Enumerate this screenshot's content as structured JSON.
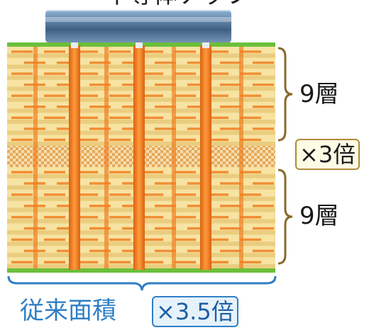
{
  "labels": {
    "top": "半導体チップ",
    "upper_layers": "9層",
    "lower_layers": "9層",
    "layer_multiplier": "×3倍",
    "area": "従来面積",
    "area_multiplier": "×3.5倍"
  },
  "colors": {
    "copper": "#f07f22",
    "insulator": "#f7e3a2",
    "insulator_shadow": "#e0bc62",
    "surface": "#6cbf3a",
    "chip": "#4f7398",
    "brace_layers": "#8a6a2a",
    "brace_area": "#2f7fc6"
  },
  "icons": {
    "upper_brace": "right-curly-brace-icon",
    "lower_brace": "right-curly-brace-icon",
    "bottom_brace": "bottom-curly-brace-icon"
  }
}
